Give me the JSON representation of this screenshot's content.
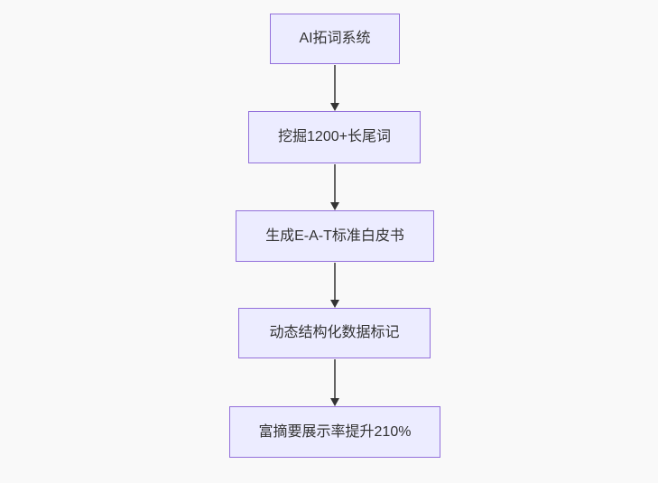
{
  "flowchart": {
    "nodes": [
      {
        "id": "n1",
        "label": "AI拓词系统"
      },
      {
        "id": "n2",
        "label": "挖掘1200+长尾词"
      },
      {
        "id": "n3",
        "label": "生成E-A-T标准白皮书"
      },
      {
        "id": "n4",
        "label": "动态结构化数据标记"
      },
      {
        "id": "n5",
        "label": "富摘要展示率提升210%"
      }
    ],
    "edges": [
      {
        "from": "n1",
        "to": "n2"
      },
      {
        "from": "n2",
        "to": "n3"
      },
      {
        "from": "n3",
        "to": "n4"
      },
      {
        "from": "n4",
        "to": "n5"
      }
    ],
    "colors": {
      "node_fill": "#ECECFF",
      "node_border": "#9370DB",
      "arrow": "#333333",
      "text": "#333333",
      "background": "#F9F9F9"
    }
  }
}
